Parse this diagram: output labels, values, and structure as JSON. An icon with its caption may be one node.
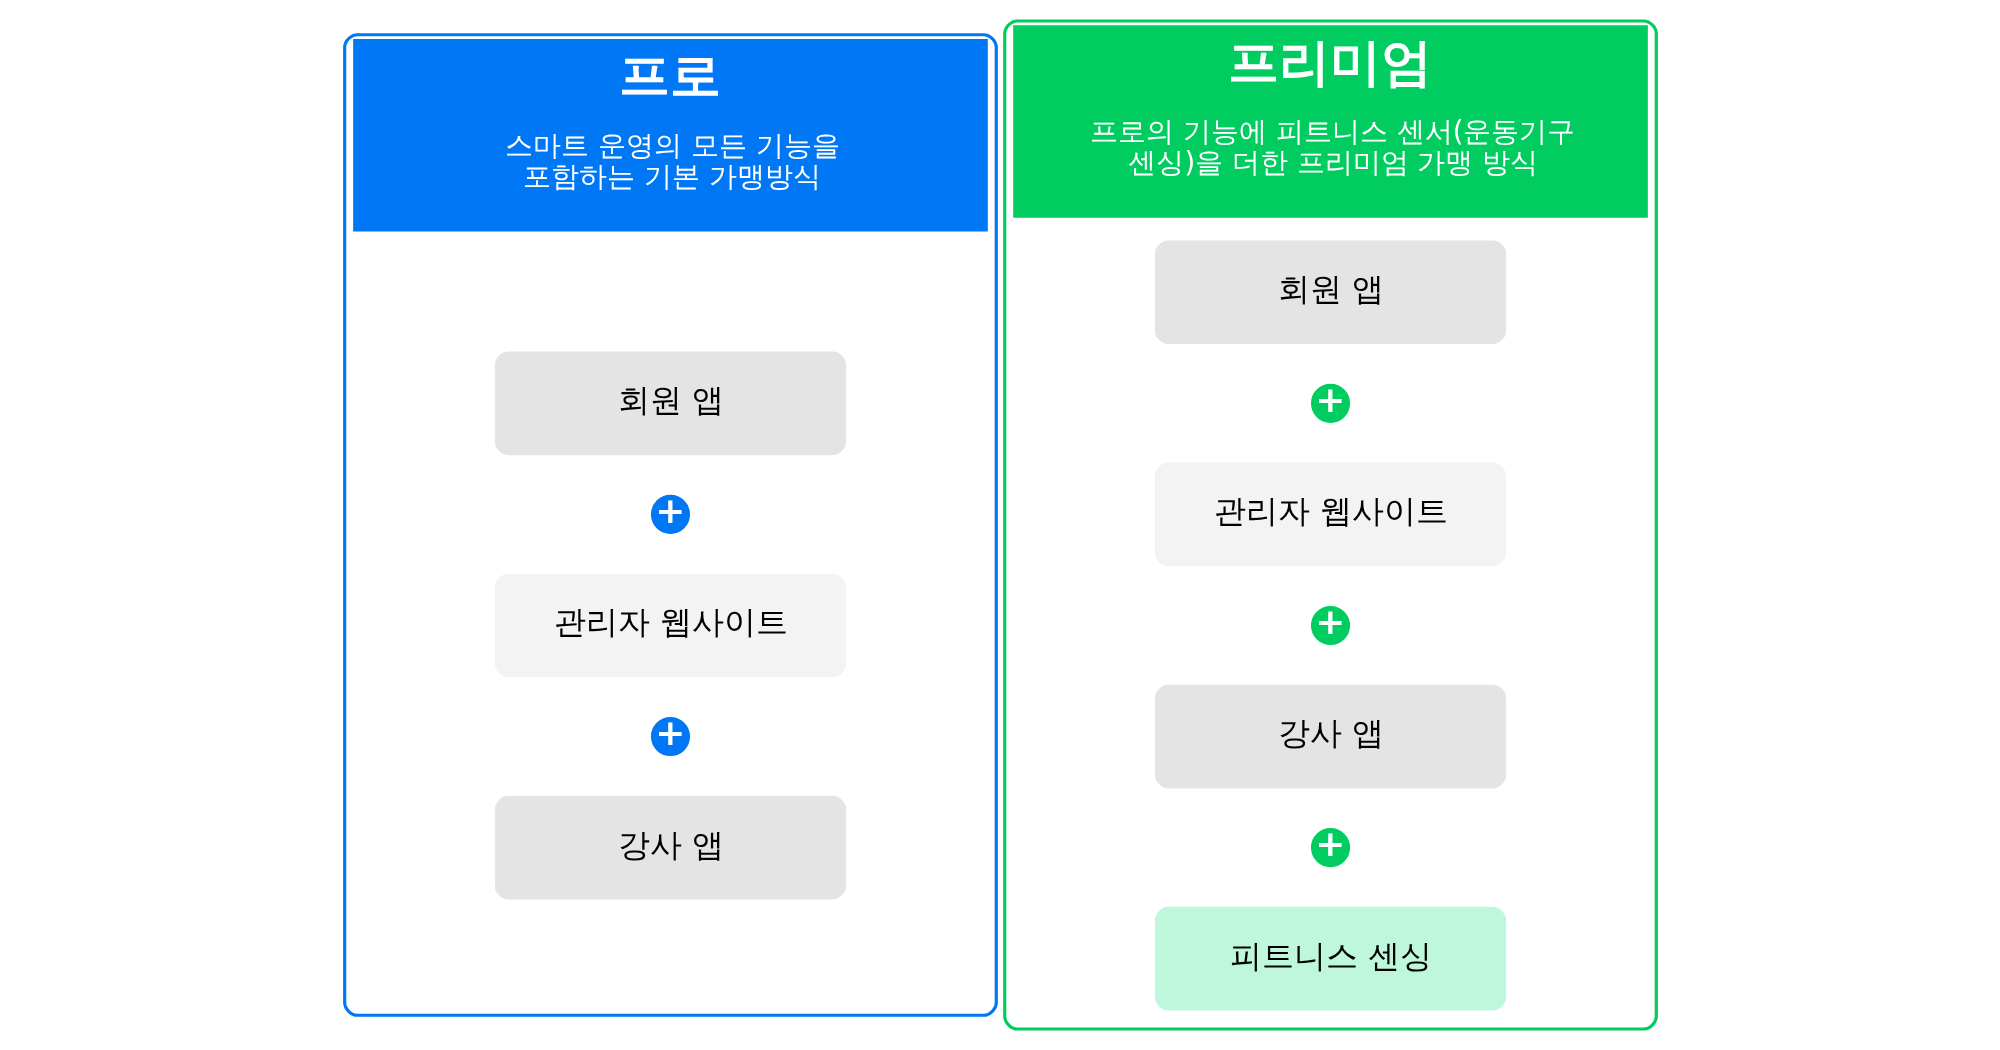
{
  "diagram": {
    "nodes": [
      {
        "text": [
          "프로",
          "스마트 운영의 모든 기능을 포함하는 기본 가맹방식"
        ]
      },
      {
        "text": [
          "회원 앱"
        ],
        "in": 0
      },
      {
        "text": [
          "+"
        ],
        "in": 0
      },
      {
        "text": [
          "관리자 웹사이트"
        ],
        "in": 0
      },
      {
        "text": [
          "+"
        ],
        "in": 0
      },
      {
        "text": [
          "강사 앱"
        ],
        "in": 0
      },
      {
        "text": [
          "프리미엄",
          "프로의 기능에 피트니스 센서(운동기구 센싱)을 더한 프리미엄 가맹 방식"
        ]
      },
      {
        "text": [
          "회원 앱"
        ],
        "in": 6
      },
      {
        "text": [
          "+"
        ],
        "in": 6
      },
      {
        "text": [
          "관리자 웹사이트"
        ],
        "in": 6
      },
      {
        "text": [
          "+"
        ],
        "in": 6
      },
      {
        "text": [
          "강사 앱"
        ],
        "in": 6
      },
      {
        "text": [
          "+"
        ],
        "in": 6
      },
      {
        "text": [
          "피트니스 센싱"
        ],
        "in": 6
      }
    ]
  }
}
